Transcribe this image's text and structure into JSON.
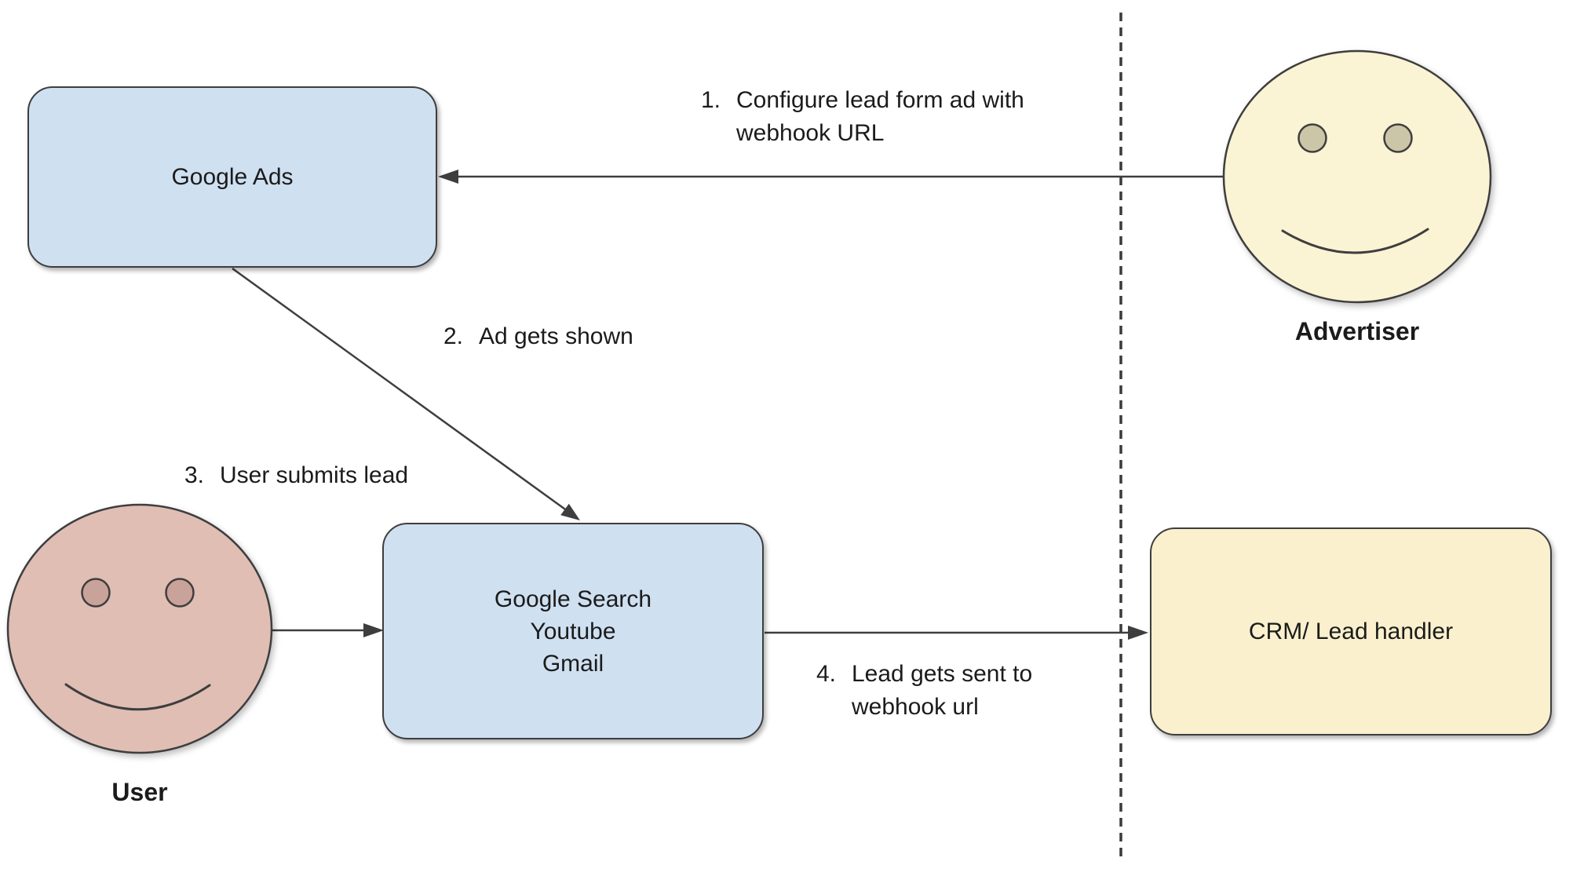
{
  "colors": {
    "node_blue": "#cfe0f1",
    "node_yellow": "#faf0cd",
    "face_yellow": "#faf3d4",
    "face_pink": "#e0beb4",
    "eye_tan": "#ccc6a8",
    "eye_pink": "#c9a29a",
    "stroke": "#3e3e3e",
    "text": "#1b1b1b"
  },
  "nodes": {
    "google_ads": {
      "label": "Google Ads"
    },
    "google_surfaces": {
      "line1": "Google Search",
      "line2": "Youtube",
      "line3": "Gmail"
    },
    "crm": {
      "label": "CRM/ Lead handler"
    }
  },
  "actors": {
    "advertiser": {
      "label": "Advertiser"
    },
    "user": {
      "label": "User"
    }
  },
  "steps": [
    {
      "number": "1.",
      "line1": "Configure lead form ad with",
      "line2": "webhook URL"
    },
    {
      "number": "2.",
      "line1": "Ad gets shown",
      "line2": ""
    },
    {
      "number": "3.",
      "line1": "User submits lead",
      "line2": ""
    },
    {
      "number": "4.",
      "line1": "Lead gets sent to",
      "line2": "webhook url"
    }
  ]
}
